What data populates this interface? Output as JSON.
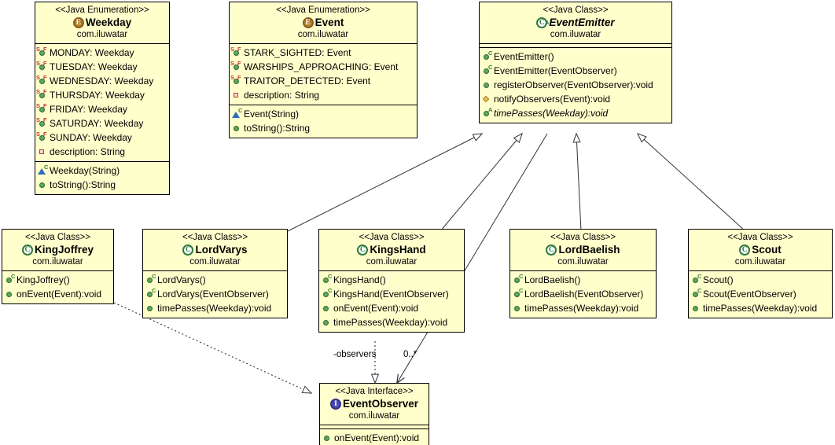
{
  "diagram": {
    "title": "Observer pattern UML class diagram",
    "package": "com.iluwatar",
    "colors": {
      "box_fill": "#ffffcc",
      "box_border": "#000000",
      "canvas": "#ffffff",
      "public_icon": "#5ea65e",
      "protected_icon": "#f0c35a",
      "private_icon": "#c23b3b",
      "interface_icon": "#4a4ab5",
      "enum_icon": "#b07d2a",
      "class_icon": "#2d7a3f"
    }
  },
  "classes": [
    {
      "id": "weekday",
      "stereotype": "<<Java Enumeration>>",
      "name": "Weekday",
      "package": "com.iluwatar",
      "kind": "enum",
      "badge_glyph": "E",
      "abstract": false,
      "fields": [
        {
          "icon": "static-final-field-icon",
          "text": "MONDAY: Weekday"
        },
        {
          "icon": "static-final-field-icon",
          "text": "TUESDAY: Weekday"
        },
        {
          "icon": "static-final-field-icon",
          "text": "WEDNESDAY: Weekday"
        },
        {
          "icon": "static-final-field-icon",
          "text": "THURSDAY: Weekday"
        },
        {
          "icon": "static-final-field-icon",
          "text": "FRIDAY: Weekday"
        },
        {
          "icon": "static-final-field-icon",
          "text": "SATURDAY: Weekday"
        },
        {
          "icon": "static-final-field-icon",
          "text": "SUNDAY: Weekday"
        },
        {
          "icon": "private-field-icon",
          "text": "description: String"
        }
      ],
      "methods": [
        {
          "icon": "private-constructor-icon",
          "text": "Weekday(String)"
        },
        {
          "icon": "public-method-icon",
          "text": "toString():String"
        }
      ]
    },
    {
      "id": "event",
      "stereotype": "<<Java Enumeration>>",
      "name": "Event",
      "package": "com.iluwatar",
      "kind": "enum",
      "badge_glyph": "E",
      "abstract": false,
      "fields": [
        {
          "icon": "static-final-field-icon",
          "text": "STARK_SIGHTED: Event"
        },
        {
          "icon": "static-final-field-icon",
          "text": "WARSHIPS_APPROACHING: Event"
        },
        {
          "icon": "static-final-field-icon",
          "text": "TRAITOR_DETECTED: Event"
        },
        {
          "icon": "private-field-icon",
          "text": "description: String"
        }
      ],
      "methods": [
        {
          "icon": "private-constructor-icon",
          "text": "Event(String)"
        },
        {
          "icon": "public-method-icon",
          "text": "toString():String"
        }
      ]
    },
    {
      "id": "eventemitter",
      "stereotype": "<<Java Class>>",
      "name": "EventEmitter",
      "package": "com.iluwatar",
      "kind": "class",
      "badge_glyph": "C",
      "abstract": true,
      "fields": [],
      "methods": [
        {
          "icon": "public-constructor-icon",
          "text": "EventEmitter()"
        },
        {
          "icon": "public-constructor-icon",
          "text": "EventEmitter(EventObserver)"
        },
        {
          "icon": "public-method-icon",
          "text": "registerObserver(EventObserver):void"
        },
        {
          "icon": "protected-method-icon",
          "text": "notifyObservers(Event):void"
        },
        {
          "icon": "abstract-method-icon",
          "text": "timePasses(Weekday):void",
          "italic": true
        }
      ]
    },
    {
      "id": "kingjoffrey",
      "stereotype": "<<Java Class>>",
      "name": "KingJoffrey",
      "package": "com.iluwatar",
      "kind": "class",
      "badge_glyph": "C",
      "abstract": false,
      "fields": [],
      "methods": [
        {
          "icon": "public-constructor-icon",
          "text": "KingJoffrey()"
        },
        {
          "icon": "public-method-icon",
          "text": "onEvent(Event):void"
        }
      ]
    },
    {
      "id": "lordvarys",
      "stereotype": "<<Java Class>>",
      "name": "LordVarys",
      "package": "com.iluwatar",
      "kind": "class",
      "badge_glyph": "C",
      "abstract": false,
      "fields": [],
      "methods": [
        {
          "icon": "public-constructor-icon",
          "text": "LordVarys()"
        },
        {
          "icon": "public-constructor-icon",
          "text": "LordVarys(EventObserver)"
        },
        {
          "icon": "public-method-icon",
          "text": "timePasses(Weekday):void"
        }
      ]
    },
    {
      "id": "kingshand",
      "stereotype": "<<Java Class>>",
      "name": "KingsHand",
      "package": "com.iluwatar",
      "kind": "class",
      "badge_glyph": "C",
      "abstract": false,
      "fields": [],
      "methods": [
        {
          "icon": "public-constructor-icon",
          "text": "KingsHand()"
        },
        {
          "icon": "public-constructor-icon",
          "text": "KingsHand(EventObserver)"
        },
        {
          "icon": "public-method-icon",
          "text": "onEvent(Event):void"
        },
        {
          "icon": "public-method-icon",
          "text": "timePasses(Weekday):void"
        }
      ]
    },
    {
      "id": "lordbaelish",
      "stereotype": "<<Java Class>>",
      "name": "LordBaelish",
      "package": "com.iluwatar",
      "kind": "class",
      "badge_glyph": "C",
      "abstract": false,
      "fields": [],
      "methods": [
        {
          "icon": "public-constructor-icon",
          "text": "LordBaelish()"
        },
        {
          "icon": "public-constructor-icon",
          "text": "LordBaelish(EventObserver)"
        },
        {
          "icon": "public-method-icon",
          "text": "timePasses(Weekday):void"
        }
      ]
    },
    {
      "id": "scout",
      "stereotype": "<<Java Class>>",
      "name": "Scout",
      "package": "com.iluwatar",
      "kind": "class",
      "badge_glyph": "C",
      "abstract": false,
      "fields": [],
      "methods": [
        {
          "icon": "public-constructor-icon",
          "text": "Scout()"
        },
        {
          "icon": "public-constructor-icon",
          "text": "Scout(EventObserver)"
        },
        {
          "icon": "public-method-icon",
          "text": "timePasses(Weekday):void"
        }
      ]
    },
    {
      "id": "eventobserver",
      "stereotype": "<<Java Interface>>",
      "name": "EventObserver",
      "package": "com.iluwatar",
      "kind": "interface",
      "badge_glyph": "I",
      "abstract": false,
      "fields": [],
      "methods": [
        {
          "icon": "public-method-icon",
          "text": "onEvent(Event):void"
        }
      ]
    }
  ],
  "relationships": [
    {
      "from": "lordvarys",
      "to": "eventemitter",
      "type": "generalization"
    },
    {
      "from": "kingshand",
      "to": "eventemitter",
      "type": "generalization"
    },
    {
      "from": "lordbaelish",
      "to": "eventemitter",
      "type": "generalization"
    },
    {
      "from": "scout",
      "to": "eventemitter",
      "type": "generalization"
    },
    {
      "from": "kingjoffrey",
      "to": "eventobserver",
      "type": "realization"
    },
    {
      "from": "kingshand",
      "to": "eventobserver",
      "type": "realization"
    },
    {
      "from": "eventemitter",
      "to": "eventobserver",
      "type": "association",
      "role_label": "-observers",
      "multiplicity": "0..*"
    }
  ],
  "edge_labels": {
    "observers_role": "-observers",
    "observers_multiplicity": "0..*"
  }
}
